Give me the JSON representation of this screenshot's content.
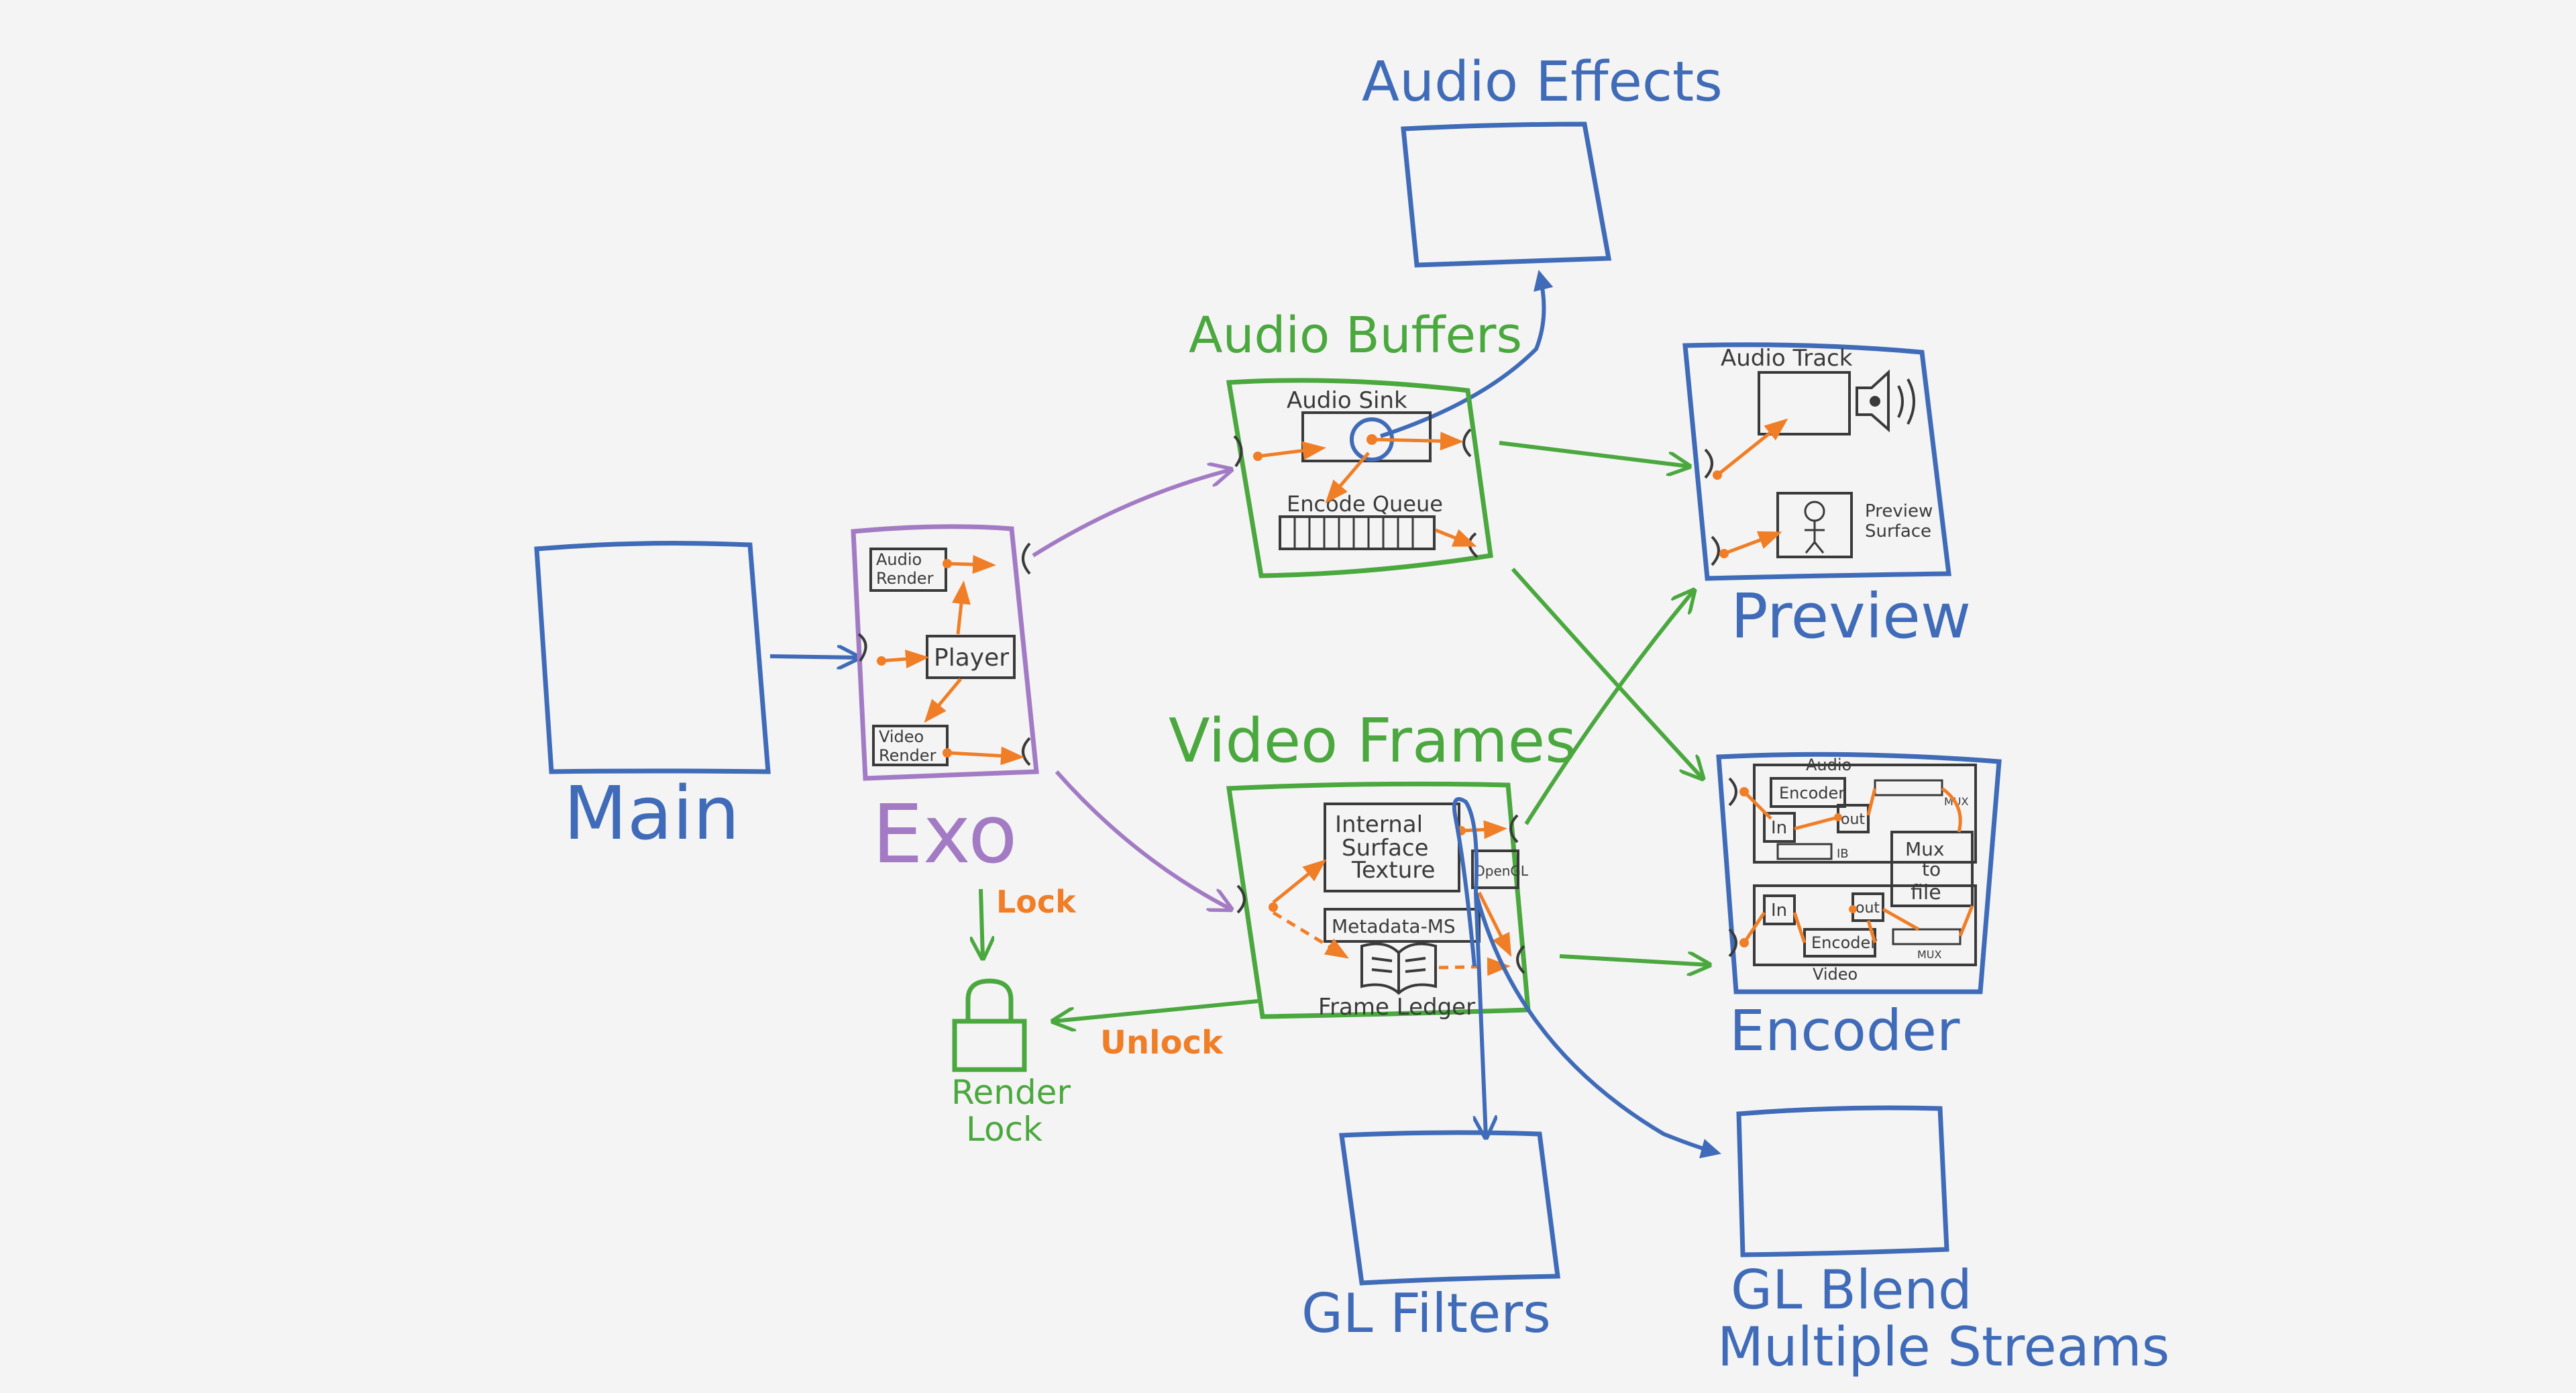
{
  "colors": {
    "blue": "#3f6bb8",
    "purple": "#a27bc4",
    "green": "#4aa83e",
    "orange": "#f07e26",
    "ink": "#3a3a3a",
    "background": "#f4f4f4"
  },
  "labels": {
    "audio_effects": "Audio Effects",
    "audio_buffers": "Audio Buffers",
    "main": "Main",
    "exo": "Exo",
    "video_frames": "Video Frames",
    "preview": "Preview",
    "encoder": "Encoder",
    "gl_filters": "GL Filters",
    "gl_blend_line1": "GL Blend",
    "gl_blend_line2": "Multiple Streams",
    "lock": "Lock",
    "unlock": "Unlock",
    "render_lock_line1": "Render",
    "render_lock_line2": "Lock"
  },
  "exo_box": {
    "audio_render_line1": "Audio",
    "audio_render_line2": "Render",
    "player": "Player",
    "video_render_line1": "Video",
    "video_render_line2": "Render"
  },
  "audio_buffers_box": {
    "audio_sink": "Audio Sink",
    "encode_queue": "Encode Queue"
  },
  "video_frames_box": {
    "internal_line1": "Internal",
    "internal_line2": "Surface",
    "internal_line3": "Texture",
    "opengl": "OpenGL",
    "metadata": "Metadata-MS",
    "frame_ledger": "Frame Ledger"
  },
  "preview_box": {
    "audio_track": "Audio Track",
    "preview_surface_line1": "Preview",
    "preview_surface_line2": "Surface"
  },
  "encoder_box": {
    "audio": "Audio",
    "video": "Video",
    "in": "In",
    "out": "out",
    "encoder": "Encoder",
    "mux": "MUX",
    "ib": "IB",
    "mux_to_file_line1": "Mux",
    "mux_to_file_line2": "to",
    "mux_to_file_line3": "file"
  }
}
